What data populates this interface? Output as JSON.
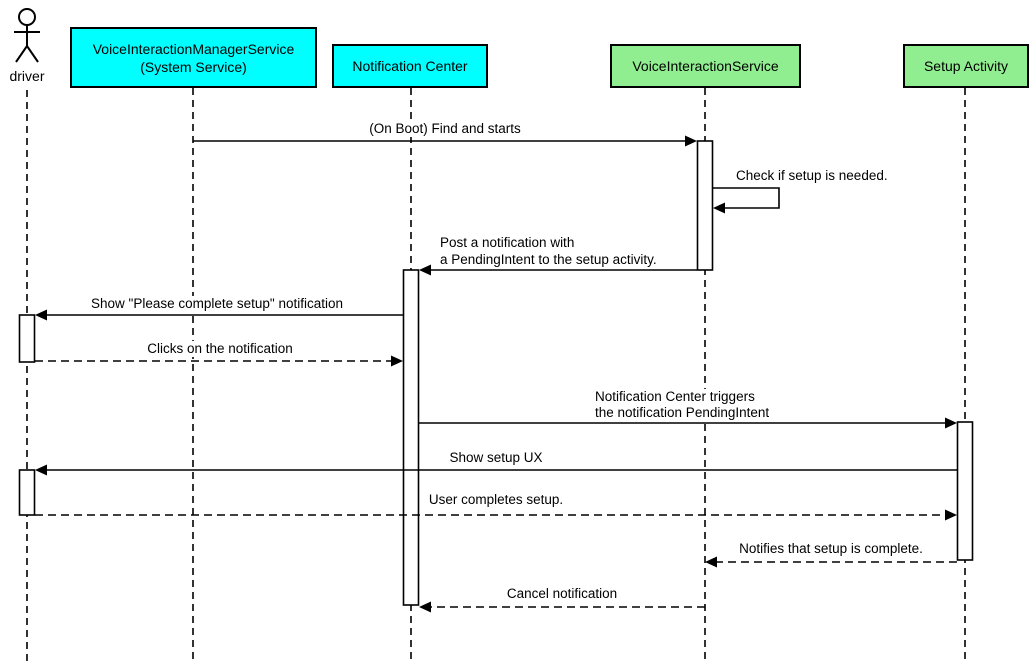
{
  "diagram": {
    "type": "sequence-diagram",
    "background": "#FFFFFF",
    "line_color": "#000000"
  },
  "colors": {
    "system_box": "#00FFFF",
    "service_box": "#90EE90"
  },
  "actor": {
    "label": "driver"
  },
  "participants": [
    {
      "name": "VoiceInteractionManagerService (System Service)",
      "label_line1": "VoiceInteractionManagerService",
      "label_line2": "(System Service)",
      "color": "#00FFFF"
    },
    {
      "name": "Notification Center",
      "label": "Notification Center",
      "color": "#00FFFF"
    },
    {
      "name": "VoiceInteractionService",
      "label": "VoiceInteractionService",
      "color": "#90EE90"
    },
    {
      "name": "Setup Activity",
      "label": "Setup Activity",
      "color": "#90EE90"
    }
  ],
  "messages": [
    {
      "label": "(On Boot) Find and starts",
      "from": "VoiceInteractionManagerService (System Service)",
      "to": "VoiceInteractionService",
      "line": "solid",
      "direction": "right"
    },
    {
      "label": "Check if setup is needed.",
      "from": "VoiceInteractionService",
      "to": "VoiceInteractionService",
      "line": "solid",
      "direction": "self"
    },
    {
      "label_line1": "Post a notification with",
      "label_line2": "a PendingIntent to the setup activity.",
      "from": "VoiceInteractionService",
      "to": "Notification Center",
      "line": "solid",
      "direction": "left"
    },
    {
      "label": "Show \"Please complete setup\" notification",
      "from": "Notification Center",
      "to": "driver",
      "line": "solid",
      "direction": "left"
    },
    {
      "label": "Clicks on the notification",
      "from": "driver",
      "to": "Notification Center",
      "line": "dashed",
      "direction": "right"
    },
    {
      "label_line1": "Notification Center triggers",
      "label_line2": "the notification PendingIntent",
      "from": "Notification Center",
      "to": "Setup Activity",
      "line": "solid",
      "direction": "right"
    },
    {
      "label": "Show setup UX",
      "from": "Setup Activity",
      "to": "driver",
      "line": "solid",
      "direction": "left"
    },
    {
      "label": "User completes setup.",
      "from": "driver",
      "to": "Setup Activity",
      "line": "dashed",
      "direction": "right"
    },
    {
      "label": "Notifies that setup is complete.",
      "from": "Setup Activity",
      "to": "VoiceInteractionService",
      "line": "dashed",
      "direction": "left"
    },
    {
      "label": "Cancel notification",
      "from": "VoiceInteractionService",
      "to": "Notification Center",
      "line": "dashed",
      "direction": "left"
    }
  ]
}
